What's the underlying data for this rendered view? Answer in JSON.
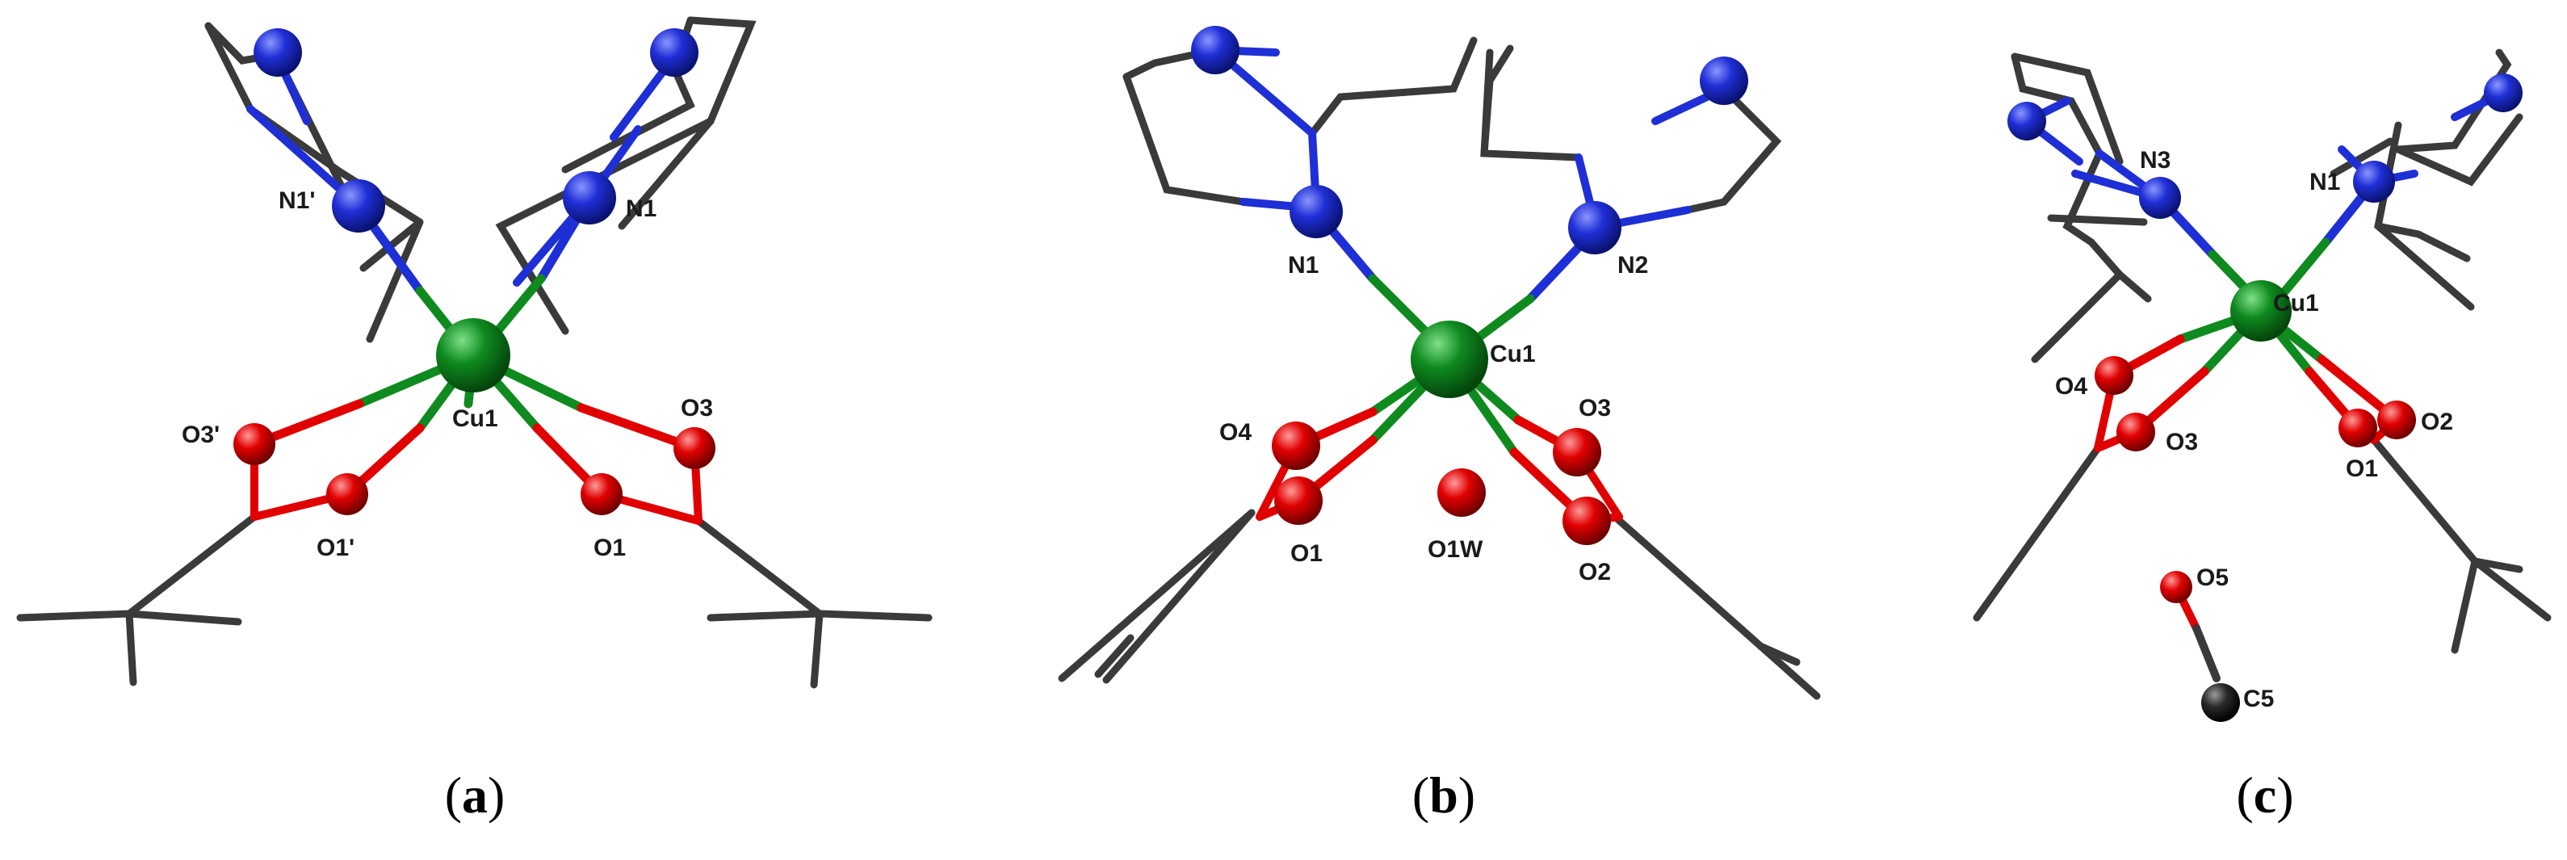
{
  "panels": [
    {
      "caption_letter": "a"
    },
    {
      "caption_letter": "b"
    },
    {
      "caption_letter": "c"
    }
  ],
  "atom_labels": {
    "a": {
      "n1_prime": "N1'",
      "n1": "N1",
      "cu1": "Cu1",
      "o3_prime": "O3'",
      "o1_prime": "O1'",
      "o1": "O1",
      "o3": "O3"
    },
    "b": {
      "n1": "N1",
      "n2": "N2",
      "cu1": "Cu1",
      "o4": "O4",
      "o1": "O1",
      "o1w": "O1W",
      "o3": "O3",
      "o2": "O2"
    },
    "c": {
      "n3": "N3",
      "n1": "N1",
      "cu1": "Cu1",
      "o4": "O4",
      "o3": "O3",
      "o1": "O1",
      "o2": "O2",
      "o5": "O5",
      "c5": "C5"
    }
  },
  "colors": {
    "bond_carbon": "#3a3a3a",
    "nitrogen": "#1f2fd6",
    "oxygen": "#e00000",
    "copper": "#0f8a1f",
    "carbon_atom": "#2a2a2a"
  }
}
